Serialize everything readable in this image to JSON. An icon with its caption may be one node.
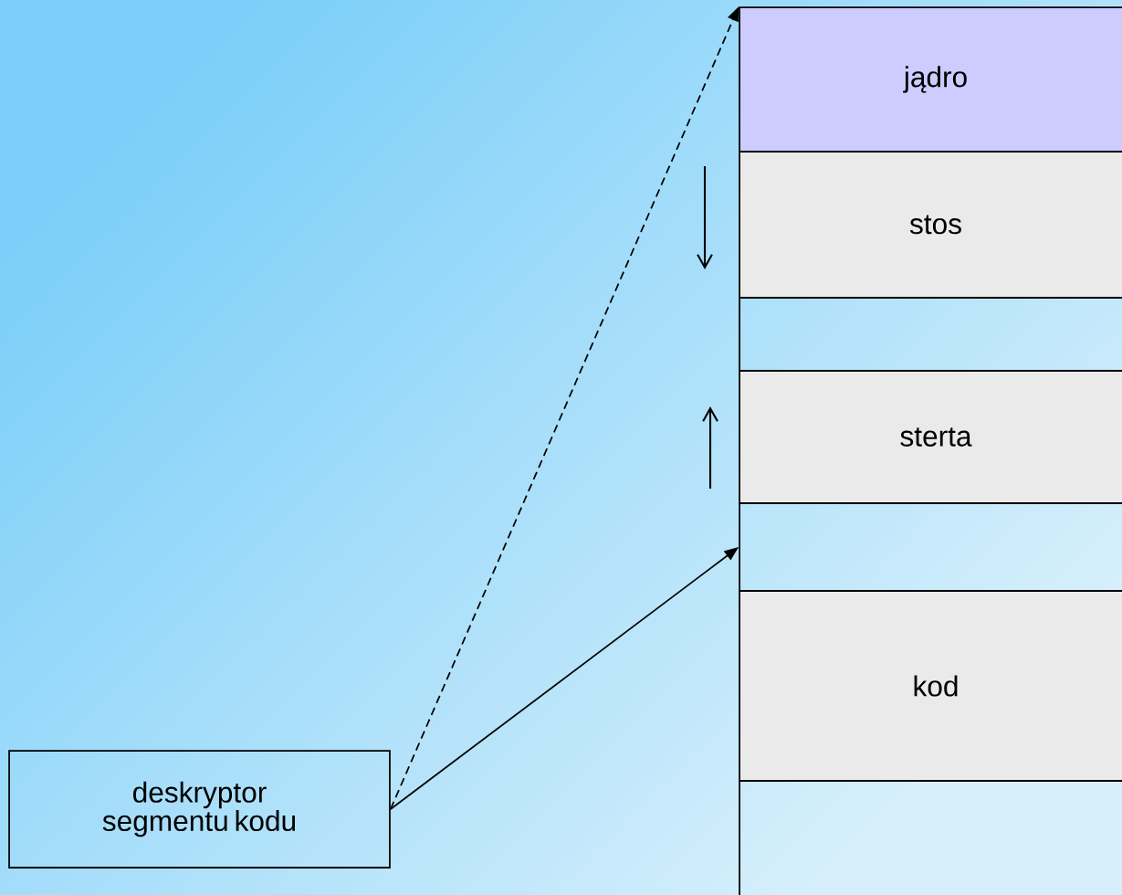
{
  "diagram": {
    "nodes": [
      {
        "text": [
          "jądro"
        ]
      },
      {
        "text": [
          "stos"
        ]
      },
      {
        "text": [],
        "shape": "box"
      },
      {
        "text": [
          "sterta"
        ]
      },
      {
        "text": [],
        "shape": "box"
      },
      {
        "text": [
          "kod"
        ]
      },
      {
        "text": [],
        "shape": "box"
      },
      {
        "text": [
          "deskryptor segmentu kodu"
        ]
      }
    ],
    "edges": [
      {
        "from": 7,
        "to": 0,
        "arrow": "to",
        "style": "dashed"
      },
      {
        "from": 7,
        "to": 4,
        "arrow": "to"
      }
    ]
  }
}
